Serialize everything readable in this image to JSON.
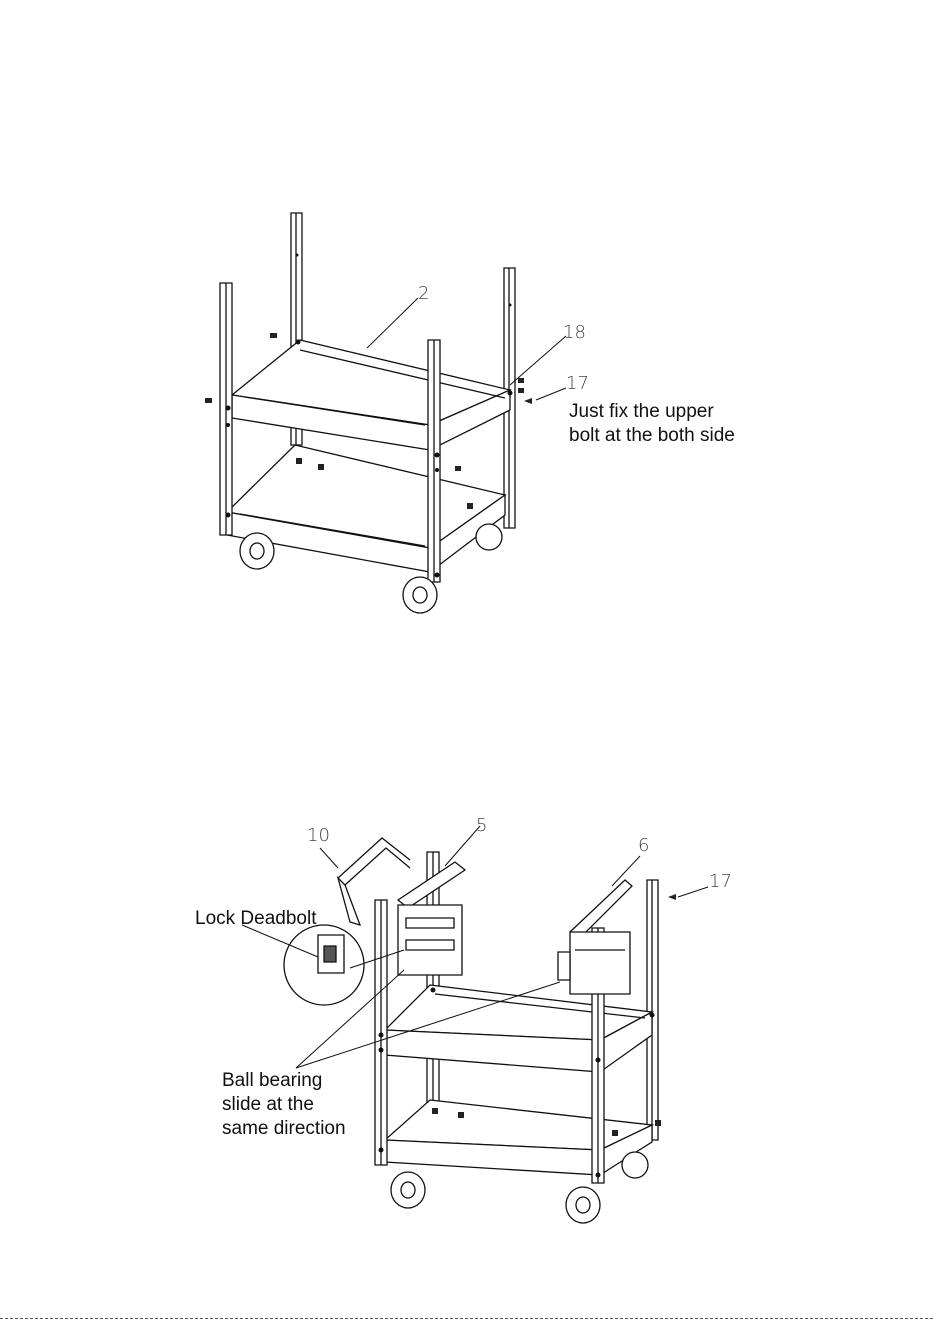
{
  "step1": {
    "callouts": {
      "part_2": "2",
      "part_18": "18",
      "part_17": "17"
    },
    "note_line1": "Just fix the upper",
    "note_line2": "bolt at the both side"
  },
  "step2": {
    "callouts": {
      "part_10": "10",
      "part_5": "5",
      "part_6": "6",
      "part_17": "17"
    },
    "lock_deadbolt": "Lock Deadbolt",
    "ball_line1": "Ball bearing",
    "ball_line2": "slide at the",
    "ball_line3": "same direction"
  }
}
